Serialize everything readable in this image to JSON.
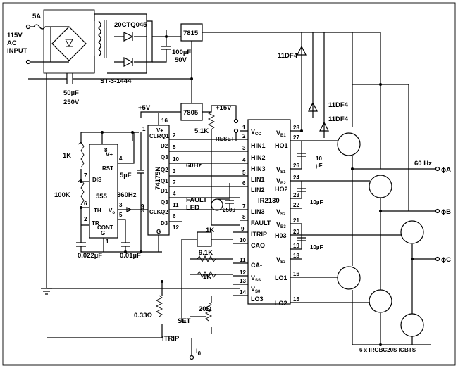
{
  "labels": {
    "fuse": "5A",
    "ac_input_1": "115V",
    "ac_input_2": "AC",
    "ac_input_3": "INPUT",
    "bridge": "ST-3-1444",
    "diode_top": "20CTQ045",
    "reg15": "7815",
    "reg5": "7805",
    "cap_100u_1": "100µF",
    "cap_100u_2": "50V",
    "cap_50u": "50µF",
    "cap_250v": "250V",
    "diode_11df4_a": "11DF4",
    "diode_11df4_b": "11DF4",
    "diode_11df4_c": "11DF4",
    "v5": "+5V",
    "v15": "+15V",
    "r51k": "5.1K",
    "reset": "RESET",
    "r1k_a": "1K",
    "r100k": "100K",
    "r1k_b": "1K",
    "r91k": "9.1K",
    "r1k_c": "1K",
    "r033": "0.33Ω",
    "r20": "20Ω",
    "set": "SET",
    "itrip_bottom": "ITRIP",
    "io": "I",
    "io_sub": "0",
    "cap_0022": "0.022µF",
    "cap_001": "0.01µF",
    "cap_5u": "5µF",
    "freq360": "360Hz",
    "freq60": "60Hz",
    "ic555": "555",
    "ic74175": "74175N",
    "ic_ir2130": "IR2130",
    "fault_led_1": "FAULT",
    "fault_led_2": "LED",
    "cap_250u": "250µ",
    "cap10_a": "10",
    "cap10_b": "µF",
    "cap10_c": "10µF",
    "cap10_d": "10µF",
    "out_60hz": "60 Hz",
    "phase_a": "ϕA",
    "phase_b": "ϕB",
    "phase_c": "ϕC",
    "igbts": "6 x IRGBC20S IGBTS"
  },
  "pins_555": {
    "vplus": "V+",
    "rst": "RST",
    "dis": "DIS",
    "th": "TH",
    "vo": "V",
    "vo_sub": "o",
    "tr": "TR",
    "cont": "CONT",
    "g": "G",
    "n8": "8",
    "n4": "4",
    "n7": "7",
    "n6": "6",
    "n3": "3",
    "n2": "2",
    "n5": "5",
    "n1": "1",
    "n9": "9"
  },
  "pins_74175": {
    "vplus": "V+",
    "clr": "CLR",
    "q1n": "Q1",
    "d2": "D2",
    "q3n": "Q3",
    "q2n": "Q2",
    "q1": "Q1",
    "d1": "D1",
    "q3": "Q3",
    "clk": "CLK",
    "q2": "Q2",
    "d3": "D3",
    "g": "G",
    "n16": "16",
    "n1": "1",
    "n2": "2",
    "n5": "5",
    "n10": "10",
    "n3": "3",
    "n7": "7",
    "n4": "4",
    "n11": "11",
    "n6": "6",
    "n9": "9",
    "n12": "12"
  },
  "pins_ir2130": {
    "vcc": "V",
    "vcc_sub": "CC",
    "hin1": "HIN1",
    "hin2": "HIN2",
    "hin3": "HIN3",
    "lin1": "LIN1",
    "lin2": "LIN2",
    "lin3": "LIN3",
    "fault": "FAULT",
    "itrip": "ITRIP",
    "cao": "CAO",
    "ca": "CA-",
    "vss": "V",
    "vss_sub": "SS",
    "vso": "V",
    "vso_sub": "S0",
    "lo3": "LO3",
    "vb1": "V",
    "vb1_sub": "B1",
    "ho1": "HO1",
    "vs1": "V",
    "vs1_sub": "S1",
    "vb2": "V",
    "vb2_sub": "B2",
    "ho2": "HO2",
    "vs2": "V",
    "vs2_sub": "S2",
    "vb3": "V",
    "vb3_sub": "B3",
    "ho3": "H03",
    "vs3": "V",
    "vs3_sub": "S3",
    "lo1": "LO1",
    "lo2": "LO2",
    "l1": "1",
    "l2": "2",
    "l3": "3",
    "l4": "4",
    "l5": "5",
    "l6": "6",
    "l7": "7",
    "l8": "8",
    "l9": "9",
    "l10": "10",
    "l11": "11",
    "l12": "12",
    "l13": "13",
    "l14": "14",
    "r28": "28",
    "r27": "27",
    "r26": "26",
    "r24": "24",
    "r23": "23",
    "r22": "22",
    "r21": "21",
    "r20": "20",
    "r19": "19",
    "r18": "18",
    "r16": "16",
    "r15": "15"
  }
}
